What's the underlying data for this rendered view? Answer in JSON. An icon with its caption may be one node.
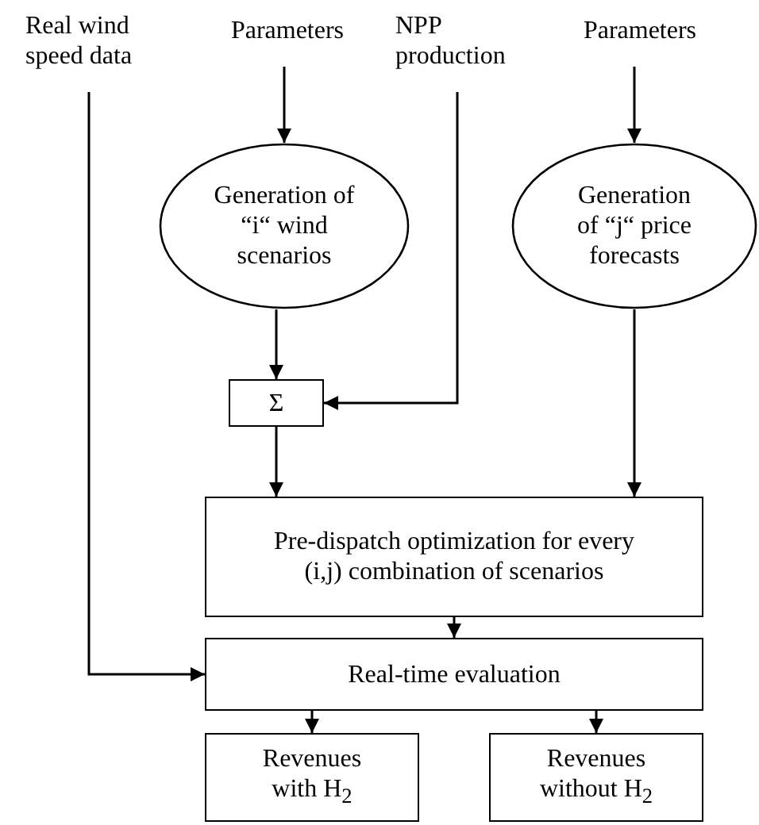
{
  "diagram": {
    "nodes": [
      {
        "text": [
          "Real wind speed data"
        ]
      },
      {
        "text": [
          "Parameters"
        ]
      },
      {
        "text": [
          "NPP production"
        ]
      },
      {
        "text": [
          "Parameters"
        ]
      },
      {
        "text": [
          "Generation of “i“ wind scenarios"
        ]
      },
      {
        "text": [
          "Generation of “j“ price forecasts"
        ]
      },
      {
        "text": [
          "Σ"
        ]
      },
      {
        "text": [
          "Pre-dispatch optimization for every (i,j) combination of scenarios"
        ]
      },
      {
        "text": [
          "Real-time evaluation"
        ]
      },
      {
        "text": [
          "Revenues with H$_{2}$"
        ]
      },
      {
        "text": [
          "Revenues without H$_{2}$"
        ]
      }
    ],
    "edges": [
      {
        "from": 1,
        "to": 4,
        "arrow": "to"
      },
      {
        "from": 3,
        "to": 5,
        "arrow": "to"
      },
      {
        "from": 4,
        "to": 6,
        "arrow": "to"
      },
      {
        "from": 2,
        "to": 6,
        "arrow": "to"
      },
      {
        "from": 6,
        "to": 7,
        "arrow": "to"
      },
      {
        "from": 5,
        "to": 7,
        "arrow": "to"
      },
      {
        "from": 7,
        "to": 8,
        "arrow": "to"
      },
      {
        "from": 0,
        "to": 8,
        "arrow": "to"
      },
      {
        "from": 8,
        "to": 9,
        "arrow": "to"
      },
      {
        "from": 8,
        "to": 10,
        "arrow": "to"
      }
    ]
  }
}
